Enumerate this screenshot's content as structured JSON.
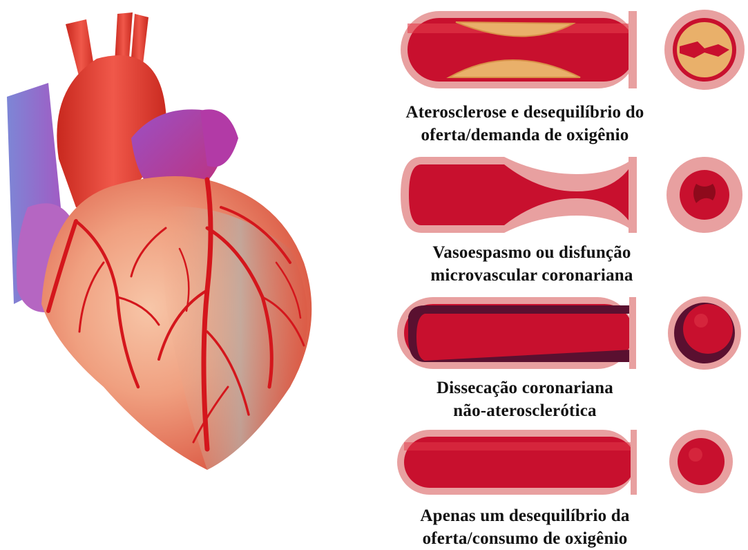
{
  "colors": {
    "vessel_wall": "#e8a0a0",
    "vessel_lumen": "#c8102e",
    "vessel_dark": "#8e0a1c",
    "plaque": "#e9b06a",
    "dissection": "#5a1030",
    "heart_muscle": "#f2a58a",
    "heart_artery": "#d4161c",
    "vein_purple": "#9b66c9",
    "text": "#111111"
  },
  "illustration": {
    "heart_icon": "anatomical-heart-icon"
  },
  "conditions": [
    {
      "key": "atherosclerosis",
      "icon": "plaque-vessel-icon",
      "caption_line1": "Aterosclerose e desequilíbrio do",
      "caption_line2": "oferta/demanda de oxigênio"
    },
    {
      "key": "vasospasm",
      "icon": "constricted-vessel-icon",
      "caption_line1": "Vasoespasmo ou disfunção",
      "caption_line2": "microvascular coronariana"
    },
    {
      "key": "dissection",
      "icon": "dissected-vessel-icon",
      "caption_line1": "Dissecação coronariana",
      "caption_line2": "não-aterosclerótica"
    },
    {
      "key": "imbalance",
      "icon": "normal-vessel-icon",
      "caption_line1": "Apenas um desequilíbrio da",
      "caption_line2": "oferta/consumo de oxigênio"
    }
  ]
}
